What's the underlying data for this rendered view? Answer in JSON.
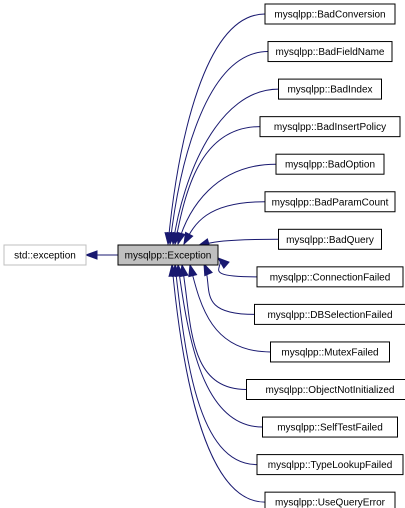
{
  "diagram": {
    "base_class": {
      "label": "std::exception"
    },
    "focus_class": {
      "label": "mysqlpp::Exception"
    },
    "derived_classes": [
      {
        "label": "mysqlpp::BadConversion"
      },
      {
        "label": "mysqlpp::BadFieldName"
      },
      {
        "label": "mysqlpp::BadIndex"
      },
      {
        "label": "mysqlpp::BadInsertPolicy"
      },
      {
        "label": "mysqlpp::BadOption"
      },
      {
        "label": "mysqlpp::BadParamCount"
      },
      {
        "label": "mysqlpp::BadQuery"
      },
      {
        "label": "mysqlpp::ConnectionFailed"
      },
      {
        "label": "mysqlpp::DBSelectionFailed"
      },
      {
        "label": "mysqlpp::MutexFailed"
      },
      {
        "label": "mysqlpp::ObjectNotInitialized"
      },
      {
        "label": "mysqlpp::SelfTestFailed"
      },
      {
        "label": "mysqlpp::TypeLookupFailed"
      },
      {
        "label": "mysqlpp::UseQueryError"
      }
    ],
    "colors": {
      "edge": "#191970",
      "focus_fill": "#bfbfbf",
      "base_border": "#bfbfbf"
    }
  }
}
